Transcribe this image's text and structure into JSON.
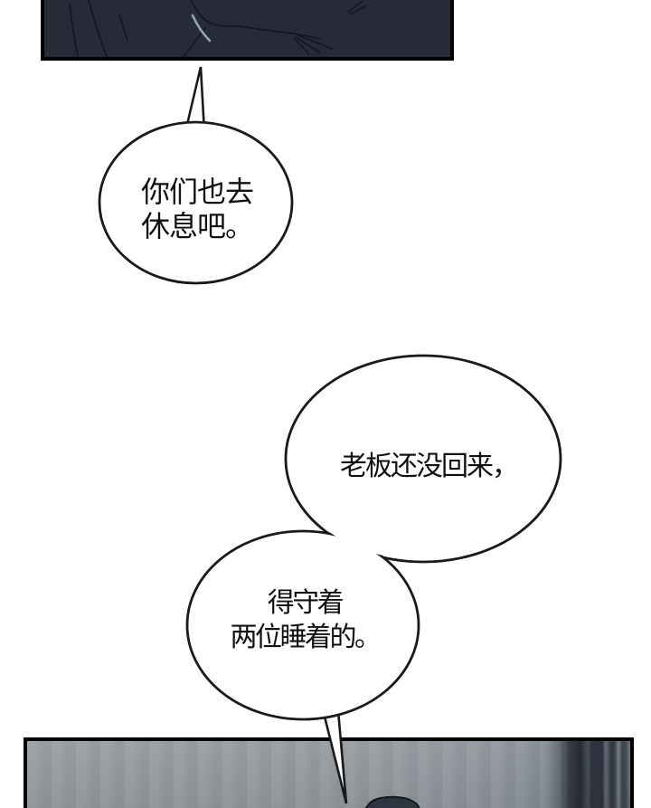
{
  "page": {
    "background_color": "#ffffff"
  },
  "top_panel": {
    "fill_color": "#272b37",
    "line_color": "#141823",
    "highlight_color": "#9aa2b5",
    "border_color": "#000000"
  },
  "bottom_panel": {
    "fill_color": "#9aa0a4",
    "dark_stripe_color": "#262b35",
    "silhouette_color": "#2e3440",
    "border_color": "#000000"
  },
  "bubbles": {
    "outline_color": "#1a1a1a",
    "fill_color": "#ffffff",
    "text_color": "#111111",
    "bubble1": {
      "lines": [
        "你们也去",
        "休息吧。"
      ]
    },
    "bubble2": {
      "lines": [
        "老板还没回来，"
      ]
    },
    "bubble3": {
      "lines": [
        "得守着",
        "两位睡着的。"
      ]
    }
  }
}
